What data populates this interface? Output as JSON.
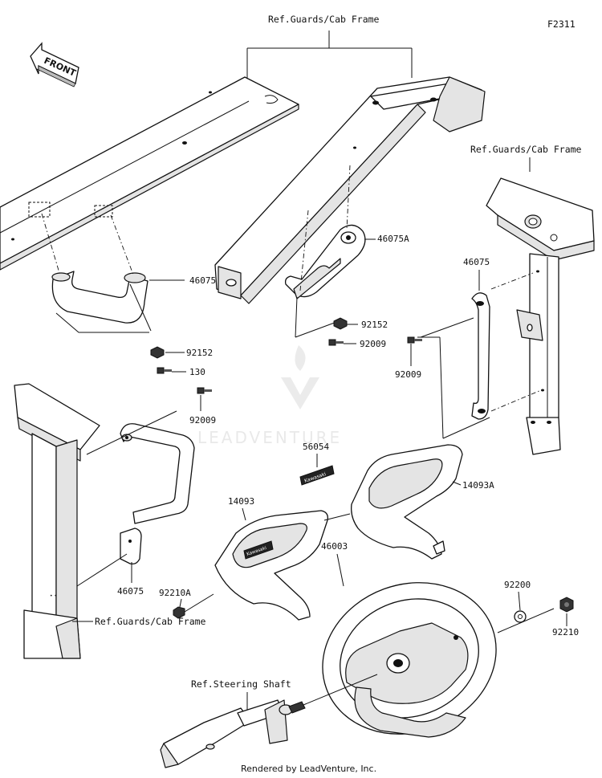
{
  "figure_code": "F2311",
  "front_label": "FRONT",
  "refs": {
    "top": "Ref.Guards/Cab Frame",
    "right": "Ref.Guards/Cab Frame",
    "bottom_left": "Ref.Guards/Cab Frame",
    "steering": "Ref.Steering Shaft"
  },
  "parts": {
    "grip_left": "46075A",
    "grip_center": "46075A",
    "bar_right": "46075",
    "bar_left": "46075",
    "nut_left": "92152",
    "nut_center": "92152",
    "bolt_130": "130",
    "bolt_left": "92009",
    "bolt_center": "92009",
    "bolt_right": "92009",
    "emblem": "56054",
    "cover_left": "14093",
    "cover_right": "14093A",
    "nut_92210a": "92210A",
    "wheel": "46003",
    "washer": "92200",
    "nut_92210": "92210"
  },
  "emblem_text": "Kawasaki",
  "watermark": "LEADVENTURE",
  "footer": "Rendered by LeadVenture, Inc."
}
